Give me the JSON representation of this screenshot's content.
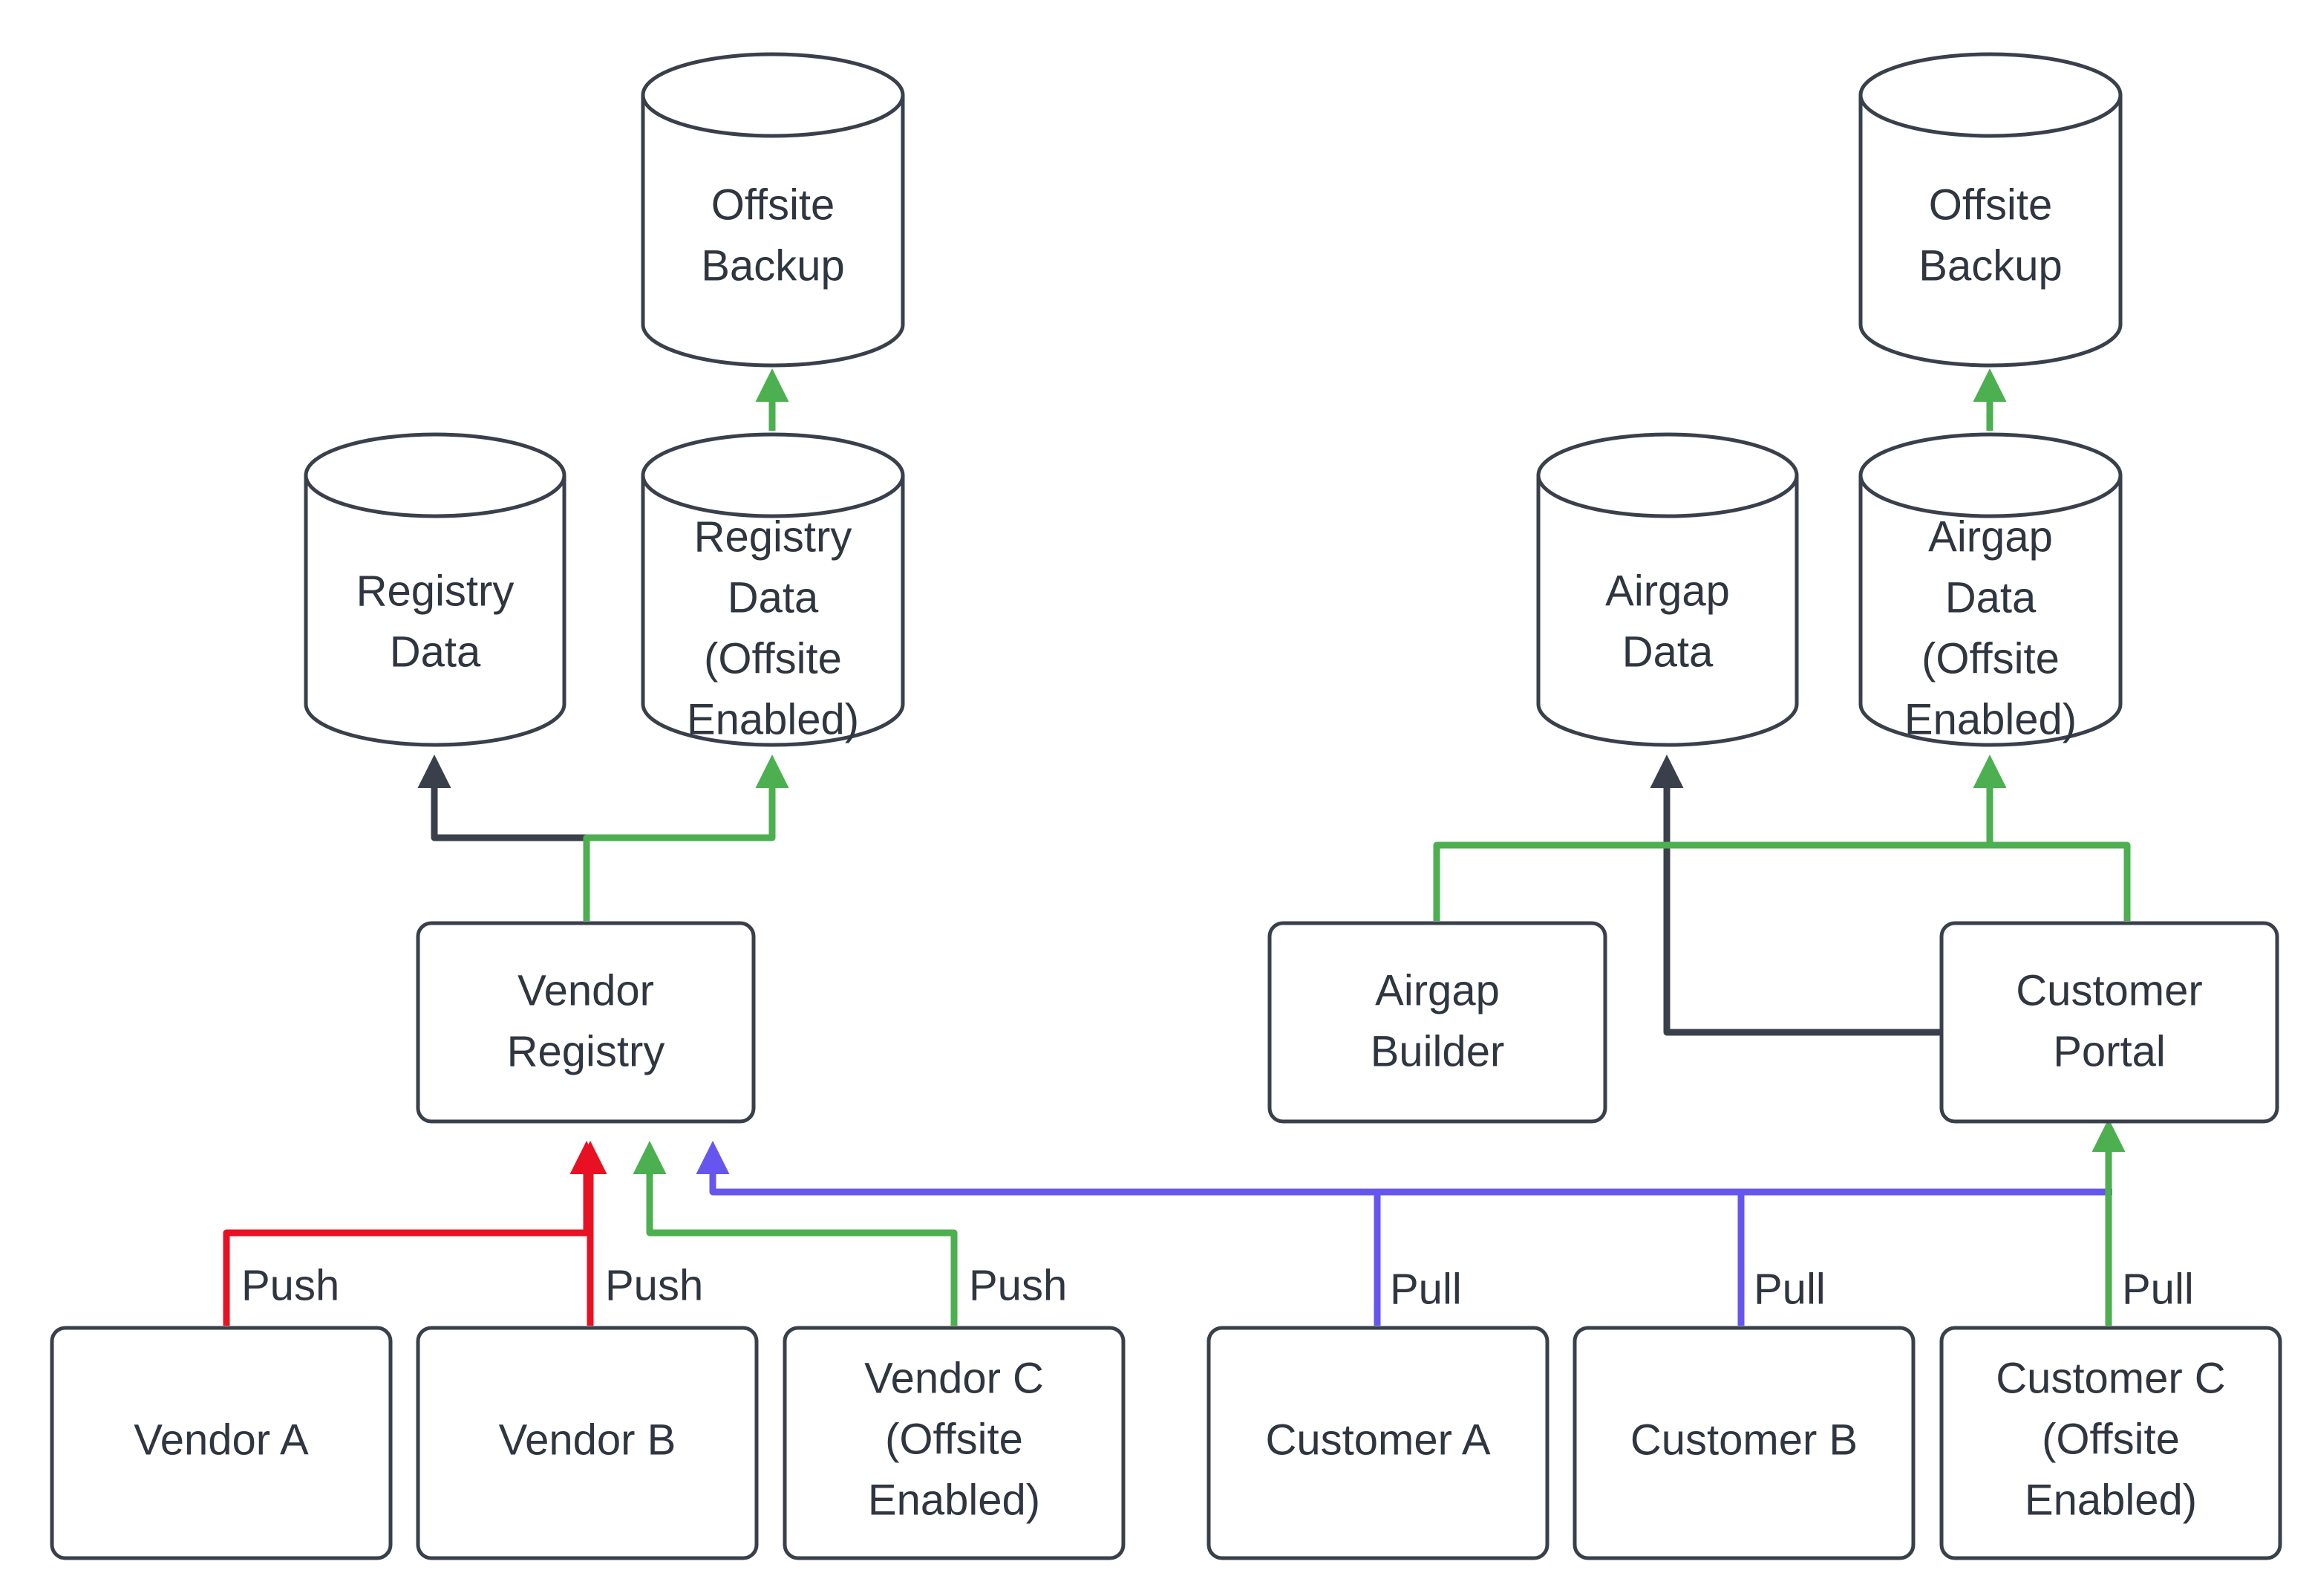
{
  "diagram": {
    "type": "flowchart",
    "background": "#ffffff",
    "node_stroke": "#39404b",
    "node_fill": "#ffffff",
    "text_color": "#2f3640",
    "colors": {
      "default": "#39404b",
      "offsite_green": "#4caf50",
      "push_red": "#e81123",
      "pull_blue": "#6655ef"
    },
    "nodes": [
      {
        "id": "offsite-backup-left",
        "shape": "cylinder",
        "lines": [
          "Offsite",
          "Backup"
        ]
      },
      {
        "id": "offsite-backup-right",
        "shape": "cylinder",
        "lines": [
          "Offsite",
          "Backup"
        ]
      },
      {
        "id": "registry-data",
        "shape": "cylinder",
        "lines": [
          "Registry",
          "Data"
        ]
      },
      {
        "id": "registry-data-offsite",
        "shape": "cylinder",
        "lines": [
          "Registry",
          "Data",
          "(Offsite",
          "Enabled)"
        ]
      },
      {
        "id": "airgap-data",
        "shape": "cylinder",
        "lines": [
          "Airgap",
          "Data"
        ]
      },
      {
        "id": "airgap-data-offsite",
        "shape": "cylinder",
        "lines": [
          "Airgap",
          "Data",
          "(Offsite",
          "Enabled)"
        ]
      },
      {
        "id": "vendor-registry",
        "shape": "box",
        "lines": [
          "Vendor",
          "Registry"
        ]
      },
      {
        "id": "airgap-builder",
        "shape": "box",
        "lines": [
          "Airgap",
          "Builder"
        ]
      },
      {
        "id": "customer-portal",
        "shape": "box",
        "lines": [
          "Customer",
          "Portal"
        ]
      },
      {
        "id": "vendor-a",
        "shape": "box",
        "lines": [
          "Vendor A"
        ]
      },
      {
        "id": "vendor-b",
        "shape": "box",
        "lines": [
          "Vendor B"
        ]
      },
      {
        "id": "vendor-c",
        "shape": "box",
        "lines": [
          "Vendor C",
          "(Offsite",
          "Enabled)"
        ]
      },
      {
        "id": "customer-a",
        "shape": "box",
        "lines": [
          "Customer A"
        ]
      },
      {
        "id": "customer-b",
        "shape": "box",
        "lines": [
          "Customer B"
        ]
      },
      {
        "id": "customer-c",
        "shape": "box",
        "lines": [
          "Customer C",
          "(Offsite",
          "Enabled)"
        ]
      }
    ],
    "edges": [
      {
        "id": "e-vendor-a-push",
        "from": "vendor-a",
        "to": "vendor-registry",
        "label": "Push",
        "color": "#e81123"
      },
      {
        "id": "e-vendor-b-push",
        "from": "vendor-b",
        "to": "vendor-registry",
        "label": "Push",
        "color": "#e81123"
      },
      {
        "id": "e-vendor-c-push",
        "from": "vendor-c",
        "to": "vendor-registry",
        "label": "Push",
        "color": "#4caf50"
      },
      {
        "id": "e-customer-a-pull",
        "from": "customer-a",
        "to": "vendor-registry",
        "label": "Pull",
        "color": "#6655ef"
      },
      {
        "id": "e-customer-b-pull",
        "from": "customer-b",
        "to": "vendor-registry",
        "label": "Pull",
        "color": "#6655ef"
      },
      {
        "id": "e-customer-c-pull",
        "from": "customer-c",
        "to": "customer-portal",
        "label": "Pull",
        "color": "#4caf50"
      },
      {
        "id": "e-reg-to-data",
        "from": "vendor-registry",
        "to": "registry-data",
        "label": "",
        "color": "#39404b"
      },
      {
        "id": "e-reg-to-data-offsite",
        "from": "vendor-registry",
        "to": "registry-data-offsite",
        "label": "",
        "color": "#4caf50"
      },
      {
        "id": "e-data-offsite-backup",
        "from": "registry-data-offsite",
        "to": "offsite-backup-left",
        "label": "",
        "color": "#4caf50"
      },
      {
        "id": "e-portal-to-airgap",
        "from": "customer-portal",
        "to": "airgap-data",
        "label": "",
        "color": "#39404b"
      },
      {
        "id": "e-builder-to-airgap-offsite",
        "from": "airgap-builder",
        "to": "airgap-data-offsite",
        "label": "",
        "color": "#4caf50"
      },
      {
        "id": "e-portal-to-airgap-offsite",
        "from": "customer-portal",
        "to": "airgap-data-offsite",
        "label": "",
        "color": "#4caf50"
      },
      {
        "id": "e-airgap-offsite-backup",
        "from": "airgap-data-offsite",
        "to": "offsite-backup-right",
        "label": "",
        "color": "#4caf50"
      }
    ],
    "edge_labels": {
      "push": "Push",
      "pull": "Pull"
    }
  }
}
